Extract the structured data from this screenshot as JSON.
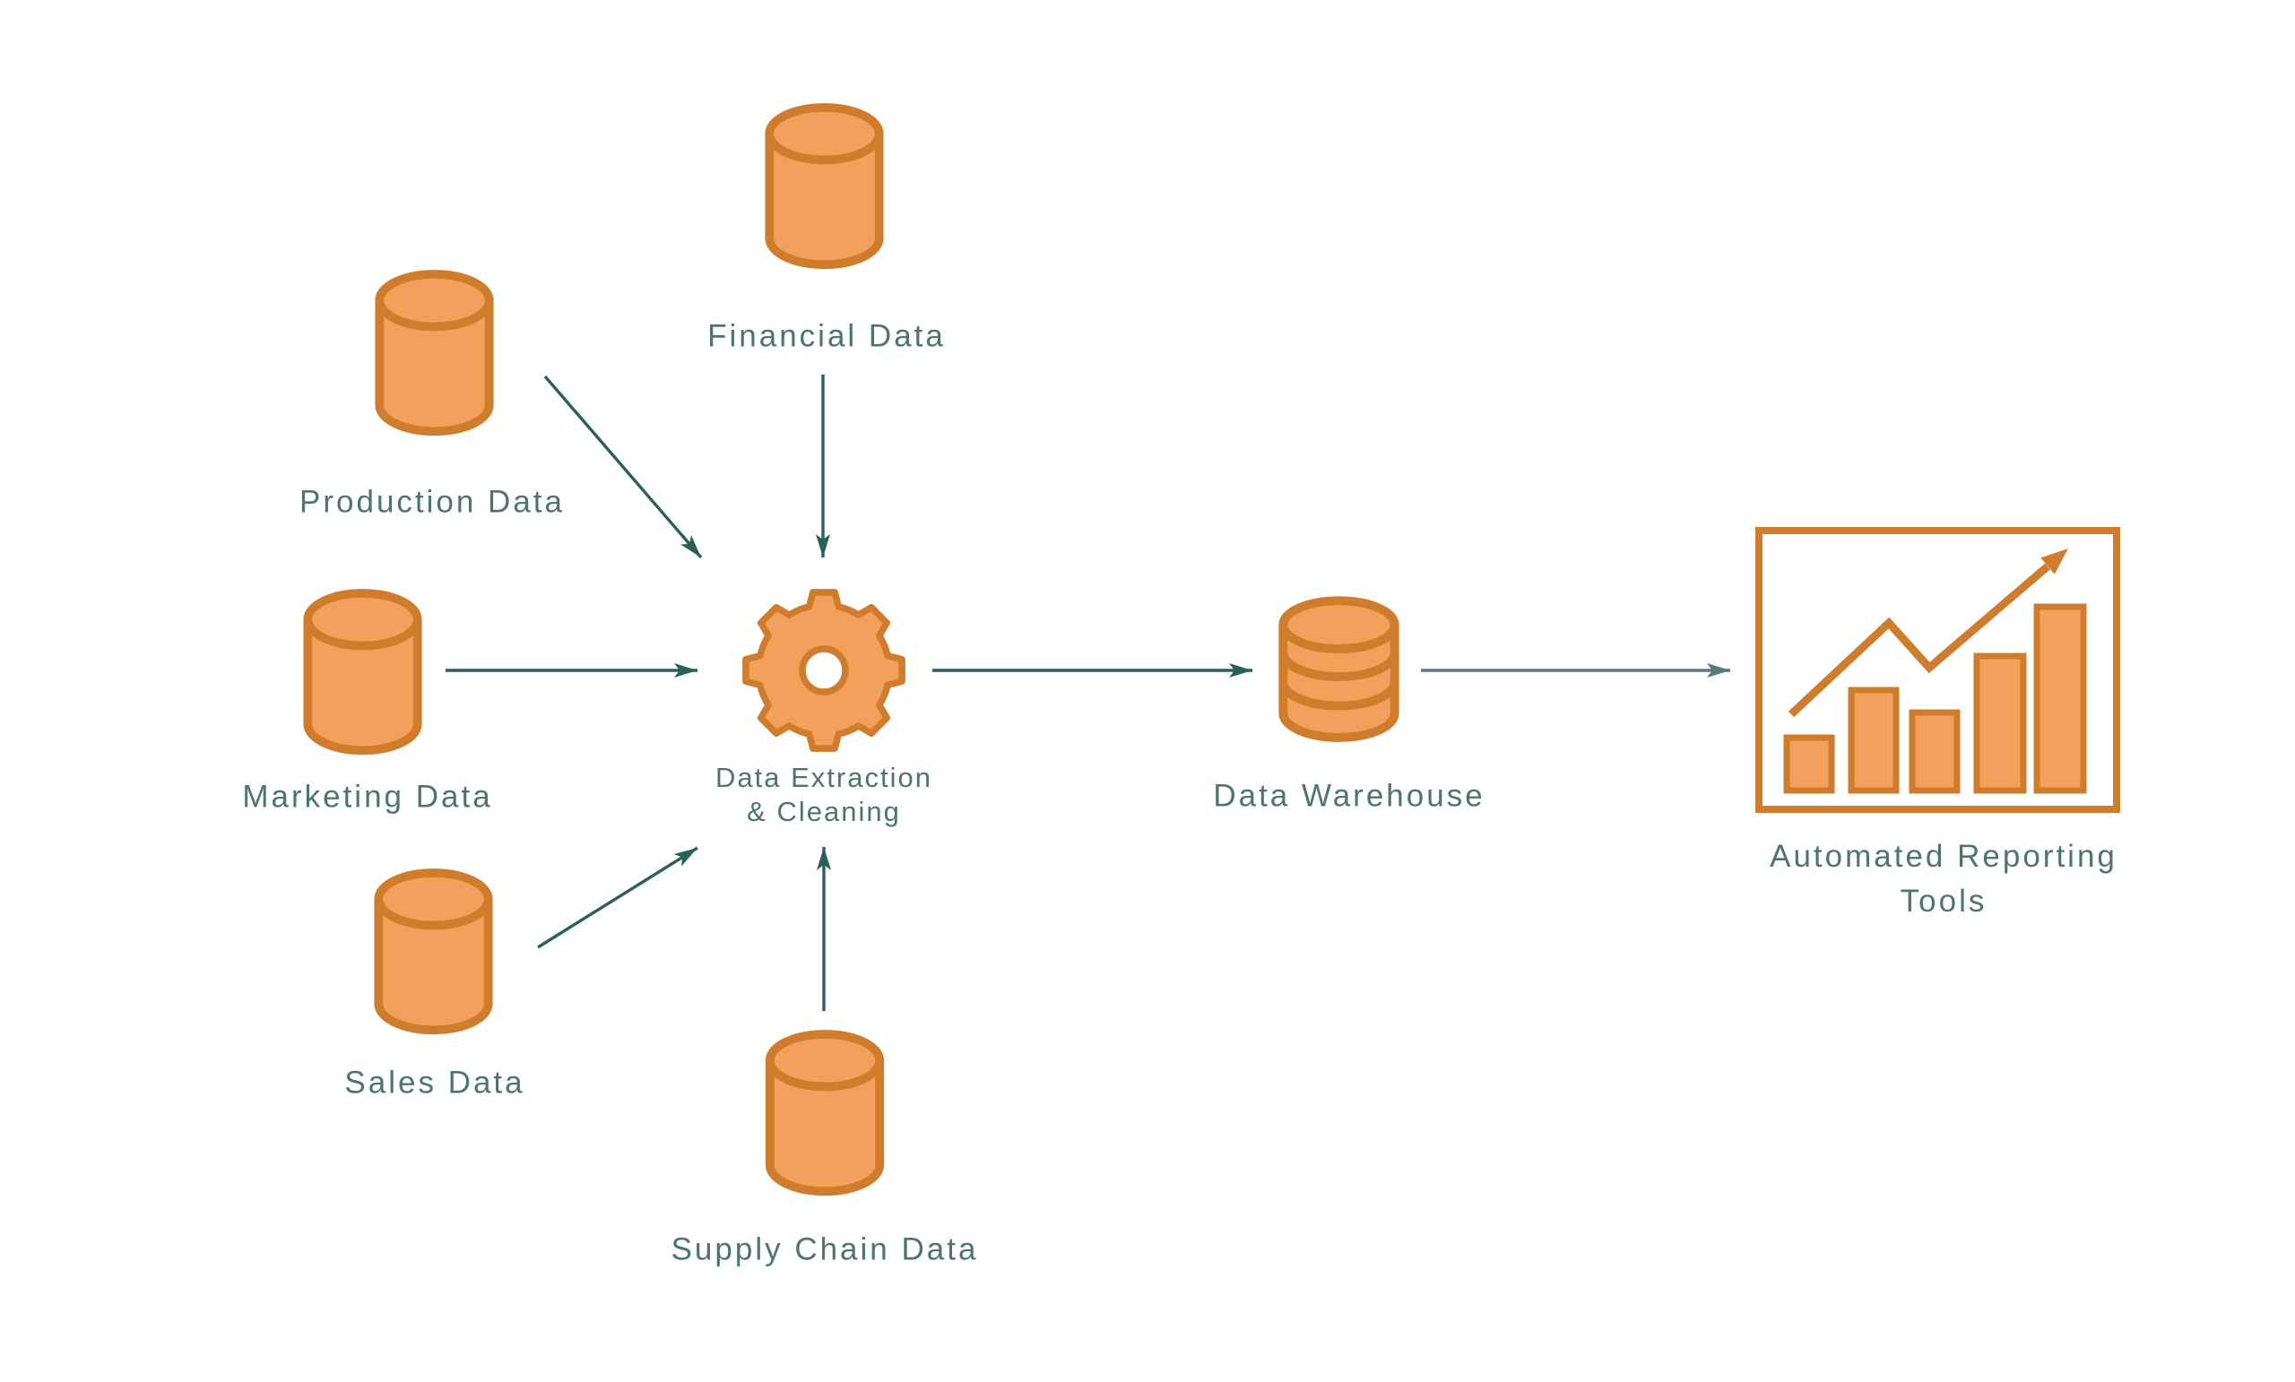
{
  "diagram": {
    "type": "data-pipeline-flowchart",
    "colors": {
      "bg": "#FFFFFF",
      "orange-fill": "#F2A15C",
      "orange-stroke": "#D07C2D",
      "text": "#4E746E",
      "arrow": "#2B5F5B",
      "arrow-light": "#567880"
    },
    "nodes": {
      "financial": {
        "label": "Financial Data",
        "icon": "database-cylinder-icon"
      },
      "production": {
        "label": "Production Data",
        "icon": "database-cylinder-icon"
      },
      "marketing": {
        "label": "Marketing Data",
        "icon": "database-cylinder-icon"
      },
      "sales": {
        "label": "Sales Data",
        "icon": "database-cylinder-icon"
      },
      "supply": {
        "label": "Supply Chain Data",
        "icon": "database-cylinder-icon"
      },
      "extraction": {
        "label_line1": "Data Extraction",
        "label_line2": "& Cleaning",
        "icon": "gear-icon"
      },
      "warehouse": {
        "label": "Data Warehouse",
        "icon": "stacked-database-icon"
      },
      "reporting": {
        "label_line1": "Automated Reporting",
        "label_line2": "Tools",
        "icon": "growth-chart-icon"
      }
    },
    "edges": [
      {
        "from": "Production Data",
        "to": "Data Extraction & Cleaning"
      },
      {
        "from": "Financial Data",
        "to": "Data Extraction & Cleaning"
      },
      {
        "from": "Marketing Data",
        "to": "Data Extraction & Cleaning"
      },
      {
        "from": "Sales Data",
        "to": "Data Extraction & Cleaning"
      },
      {
        "from": "Supply Chain Data",
        "to": "Data Extraction & Cleaning"
      },
      {
        "from": "Data Extraction & Cleaning",
        "to": "Data Warehouse"
      },
      {
        "from": "Data Warehouse",
        "to": "Automated Reporting Tools"
      }
    ]
  }
}
